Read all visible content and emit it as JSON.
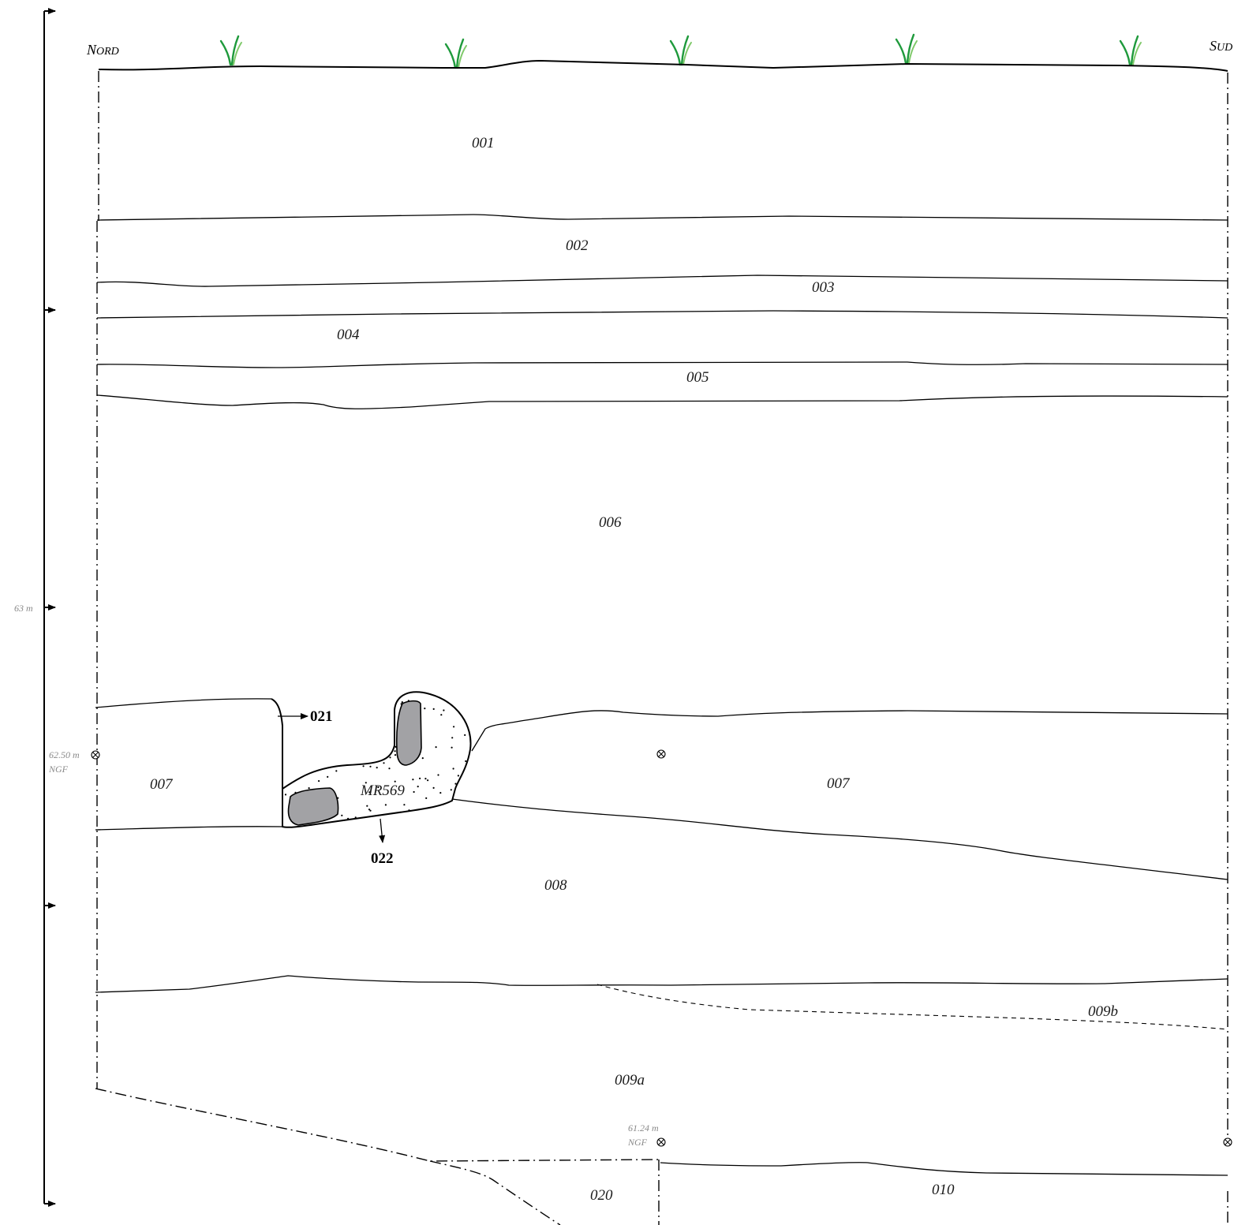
{
  "orientation": {
    "left_label_initial": "N",
    "left_label_rest": "ORD",
    "right_label_initial": "S",
    "right_label_rest": "UD"
  },
  "scale": {
    "tick_63_label": "63 m"
  },
  "datums": {
    "left": {
      "value": "62.50 m",
      "unit": "NGF"
    },
    "bottom": {
      "value": "61.24 m",
      "unit": "NGF"
    }
  },
  "layers": [
    {
      "id": "001"
    },
    {
      "id": "002"
    },
    {
      "id": "003"
    },
    {
      "id": "004"
    },
    {
      "id": "005"
    },
    {
      "id": "006"
    },
    {
      "id": "007"
    },
    {
      "id": "008"
    },
    {
      "id": "009a"
    },
    {
      "id": "009b"
    },
    {
      "id": "010"
    },
    {
      "id": "020"
    }
  ],
  "wall": {
    "id": "MR569",
    "fill_unit": "021",
    "cut_unit": "022"
  },
  "colors": {
    "stone": "#a2a2a5",
    "grass_dark": "#1f9a3c",
    "grass_light": "#7fc96a",
    "datum_text": "#8a8a8a"
  }
}
